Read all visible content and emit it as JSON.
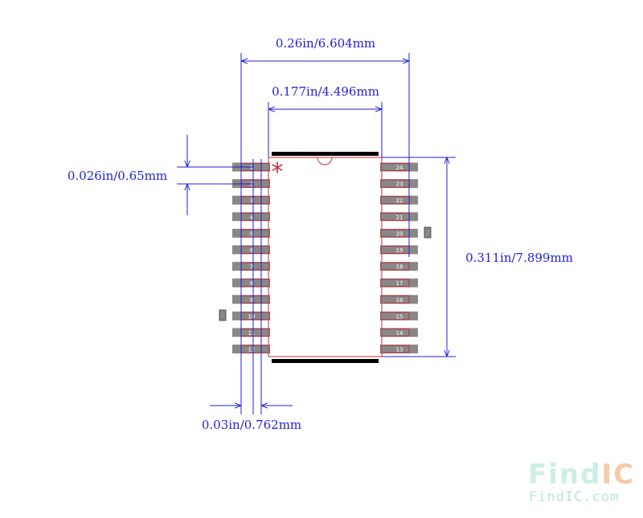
{
  "dimensions": {
    "overall_width": "0.26in/6.604mm",
    "body_width": "0.177in/4.496mm",
    "pitch": "0.026in/0.65mm",
    "body_length": "0.311in/7.899mm",
    "pad_width": "0.03in/0.762mm"
  },
  "pin1_marker": "*",
  "left_pins": [
    "1",
    "2",
    "3",
    "4",
    "5",
    "6",
    "7",
    "8",
    "9",
    "10",
    "11",
    "12"
  ],
  "right_pins": [
    "24",
    "23",
    "22",
    "21",
    "20",
    "19",
    "18",
    "17",
    "16",
    "15",
    "14",
    "13"
  ],
  "watermark": {
    "brand_find": "Find",
    "brand_ic": "IC",
    "url": "FindIC.com"
  },
  "colors": {
    "dimension": "#1f1fd6",
    "outline": "#c0303a",
    "pad": "#888888",
    "body_bar": "#000000"
  }
}
